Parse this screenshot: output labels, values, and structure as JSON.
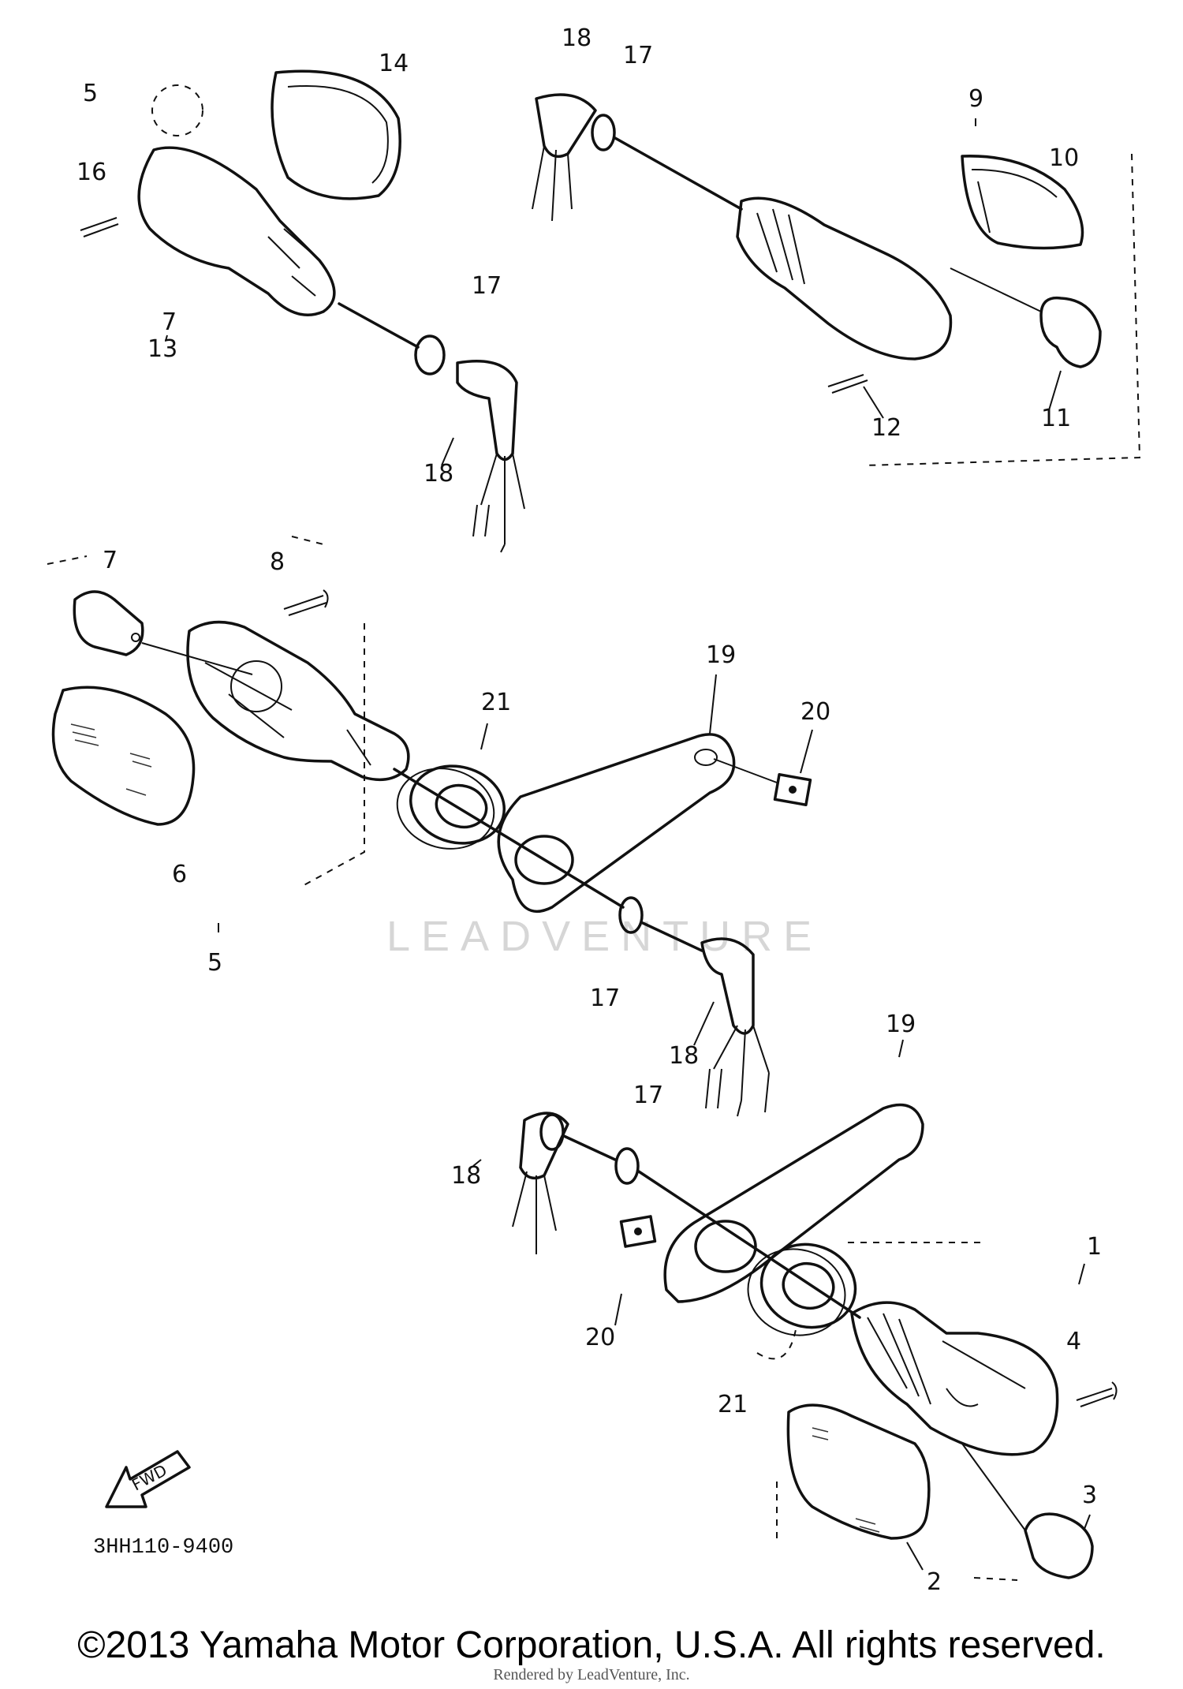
{
  "diagram": {
    "reference_code": "3HH110-9400",
    "watermark": "LEADVENTURE",
    "fwd_label": "FWD",
    "callouts": [
      {
        "id": "c14",
        "label": "14"
      },
      {
        "id": "c15",
        "label": "5"
      },
      {
        "id": "c16",
        "label": "16"
      },
      {
        "id": "c13a",
        "label": "7"
      },
      {
        "id": "c13b",
        "label": "13"
      },
      {
        "id": "c17a",
        "label": "17"
      },
      {
        "id": "c18a",
        "label": "18"
      },
      {
        "id": "c18b",
        "label": "18"
      },
      {
        "id": "c17b",
        "label": "17"
      },
      {
        "id": "c9",
        "label": "9"
      },
      {
        "id": "c10",
        "label": "10"
      },
      {
        "id": "c11",
        "label": "11"
      },
      {
        "id": "c12",
        "label": "12"
      },
      {
        "id": "c7",
        "label": "7"
      },
      {
        "id": "c8",
        "label": "8"
      },
      {
        "id": "c19a",
        "label": "19"
      },
      {
        "id": "c20a",
        "label": "20"
      },
      {
        "id": "c21a",
        "label": "21"
      },
      {
        "id": "c6",
        "label": "6"
      },
      {
        "id": "c5",
        "label": "5"
      },
      {
        "id": "c17c",
        "label": "17"
      },
      {
        "id": "c18c",
        "label": "18"
      },
      {
        "id": "c17d",
        "label": "17"
      },
      {
        "id": "c19b",
        "label": "19"
      },
      {
        "id": "c18d",
        "label": "18"
      },
      {
        "id": "c20b",
        "label": "20"
      },
      {
        "id": "c21b",
        "label": "21"
      },
      {
        "id": "c1",
        "label": "1"
      },
      {
        "id": "c4",
        "label": "4"
      },
      {
        "id": "c3",
        "label": "3"
      },
      {
        "id": "c2",
        "label": "2"
      }
    ]
  },
  "footer": {
    "copyright": "©2013 Yamaha Motor Corporation, U.S.A. All rights reserved.",
    "render_credit": "Rendered by LeadVenture, Inc."
  }
}
